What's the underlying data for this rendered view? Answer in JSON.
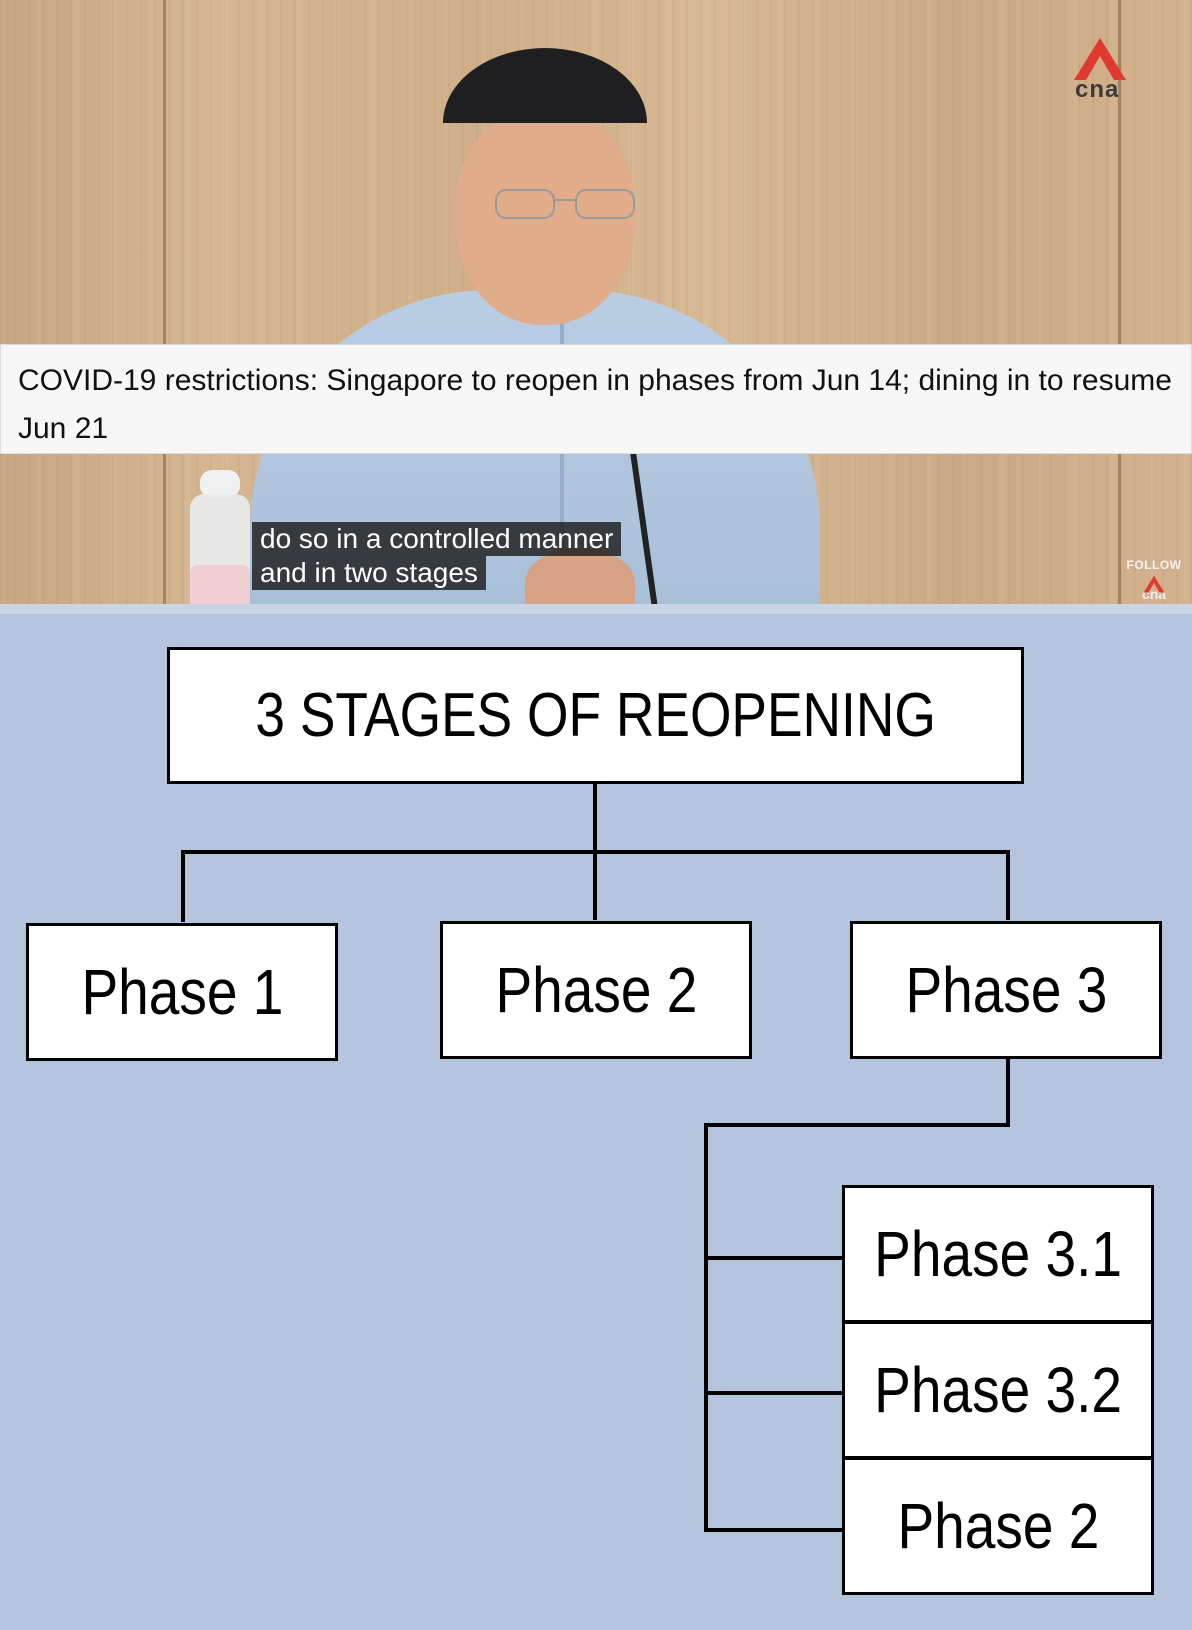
{
  "video": {
    "headline": "COVID-19 restrictions: Singapore to reopen in phases from Jun 14; dining in to resume Jun 21",
    "subtitle_lines": [
      "do so in a controlled manner",
      "and in two stages"
    ],
    "logo_text": "cna",
    "follow_label": "FOLLOW",
    "follow_logo_text": "cna",
    "colors": {
      "logo_red": "#e03a2f",
      "title_bar": "#f7f7f7"
    }
  },
  "diagram": {
    "root": "3 STAGES OF REOPENING",
    "phases": [
      "Phase 1",
      "Phase 2",
      "Phase 3"
    ],
    "sub_phases": [
      "Phase 3.1",
      "Phase 3.2",
      "Phase 2"
    ],
    "background": "#b4c4dc"
  }
}
